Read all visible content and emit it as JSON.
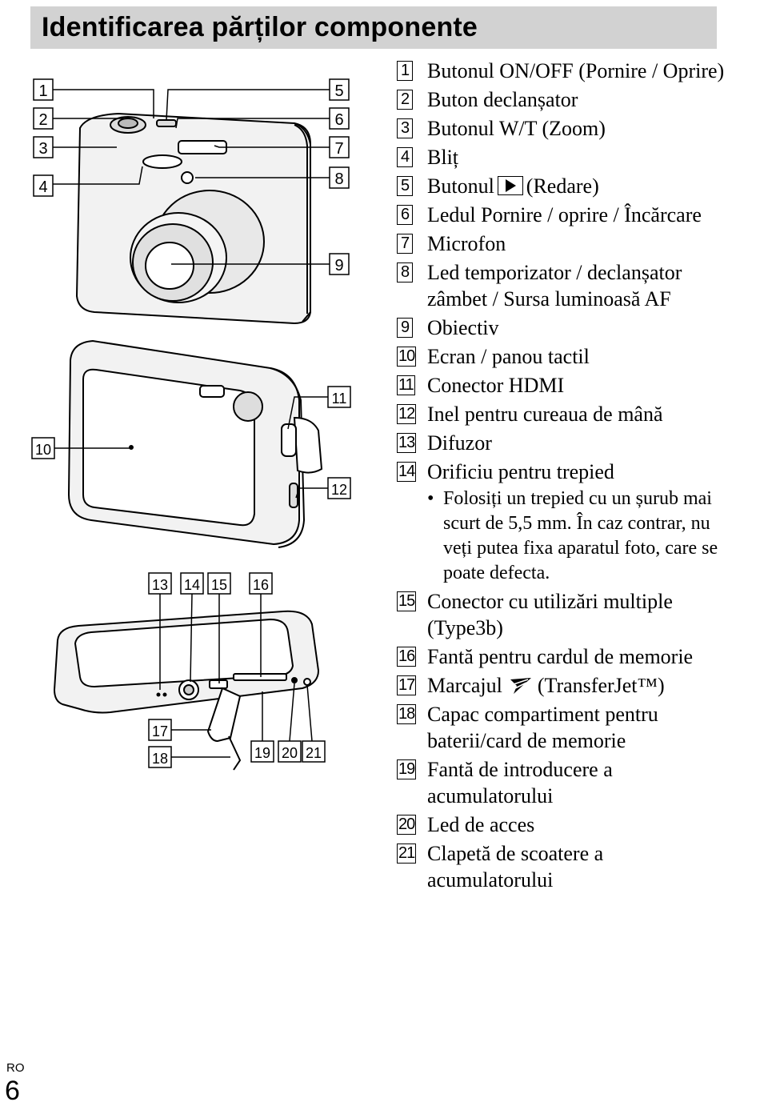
{
  "page": {
    "title": "Identificarea părților componente",
    "language_code": "RO",
    "page_number": "6"
  },
  "parts": [
    {
      "num": "1",
      "label": "Butonul ON/OFF (Pornire / Oprire)"
    },
    {
      "num": "2",
      "label": "Buton declanșator"
    },
    {
      "num": "3",
      "label": "Butonul W/T (Zoom)"
    },
    {
      "num": "4",
      "label": "Bliț"
    },
    {
      "num": "5",
      "label_before": "Butonul",
      "icon": "playback-icon",
      "label_after": "(Redare)"
    },
    {
      "num": "6",
      "label": "Ledul Pornire / oprire / Încărcare"
    },
    {
      "num": "7",
      "label": "Microfon"
    },
    {
      "num": "8",
      "label": "Led temporizator / declanșator zâmbet / Sursa luminoasă AF"
    },
    {
      "num": "9",
      "label": "Obiectiv"
    },
    {
      "num": "10",
      "label": "Ecran / panou tactil"
    },
    {
      "num": "11",
      "label": "Conector HDMI"
    },
    {
      "num": "12",
      "label": "Inel pentru cureaua de mână"
    },
    {
      "num": "13",
      "label": "Difuzor"
    },
    {
      "num": "14",
      "label": "Orificiu pentru trepied",
      "note": "Folosiți un trepied cu un șurub mai scurt de 5,5 mm. În caz contrar, nu veți putea fixa aparatul foto, care se poate defecta."
    },
    {
      "num": "15",
      "label": "Conector cu utilizări multiple (Type3b)"
    },
    {
      "num": "16",
      "label": "Fantă pentru cardul de memorie"
    },
    {
      "num": "17",
      "label_before": "Marcajul",
      "icon": "transferjet-icon",
      "label_after": "(TransferJet™)"
    },
    {
      "num": "18",
      "label": "Capac compartiment pentru baterii/card de memorie"
    },
    {
      "num": "19",
      "label": "Fantă de introducere a acumulatorului"
    },
    {
      "num": "20",
      "label": "Led de acces"
    },
    {
      "num": "21",
      "label": "Clapetă de scoatere a acumulatorului"
    }
  ],
  "diagram_callouts": [
    "1",
    "2",
    "3",
    "4",
    "5",
    "6",
    "7",
    "8",
    "9",
    "10",
    "11",
    "12",
    "13",
    "14",
    "15",
    "16",
    "17",
    "18",
    "19",
    "20",
    "21"
  ]
}
